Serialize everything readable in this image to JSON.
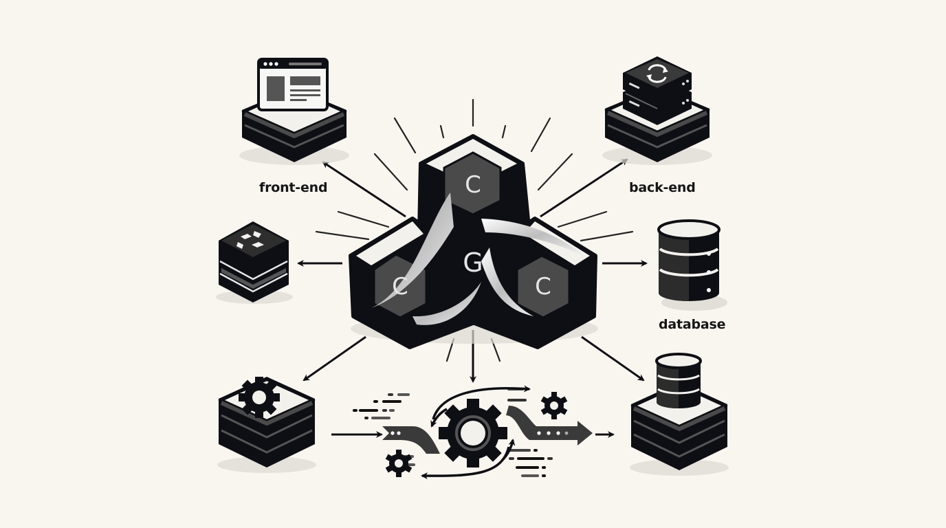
{
  "diagram": {
    "center": {
      "name": "central-hub",
      "glyphs": [
        "C",
        "C",
        "G",
        "C"
      ]
    },
    "nodes": [
      {
        "id": "front-end",
        "label": "front-end",
        "icon": "browser-window-icon"
      },
      {
        "id": "back-end",
        "label": "back-end",
        "icon": "server-sync-icon"
      },
      {
        "id": "database",
        "label": "database",
        "icon": "database-cylinder-icon"
      },
      {
        "id": "network-stack",
        "label": "",
        "icon": "network-stack-icon"
      },
      {
        "id": "config-stack",
        "label": "",
        "icon": "gear-stack-icon"
      },
      {
        "id": "pipeline",
        "label": "",
        "icon": "gears-pipeline-icon"
      },
      {
        "id": "storage-stack",
        "label": "",
        "icon": "database-stack-icon"
      }
    ],
    "edges": [
      {
        "from": "central-hub",
        "to": "front-end"
      },
      {
        "from": "central-hub",
        "to": "back-end"
      },
      {
        "from": "central-hub",
        "to": "network-stack"
      },
      {
        "from": "central-hub",
        "to": "database"
      },
      {
        "from": "central-hub",
        "to": "config-stack"
      },
      {
        "from": "central-hub",
        "to": "pipeline"
      },
      {
        "from": "central-hub",
        "to": "storage-stack"
      },
      {
        "from": "config-stack",
        "to": "pipeline"
      },
      {
        "from": "pipeline",
        "to": "storage-stack"
      }
    ]
  },
  "labels": {
    "front_end": "front-end",
    "back_end": "back-end",
    "database": "database"
  },
  "colors": {
    "background": "#f8f6ef",
    "ink": "#0d0f14",
    "mid_gray": "#4a4a4a",
    "light_gray": "#d8d6d0"
  }
}
